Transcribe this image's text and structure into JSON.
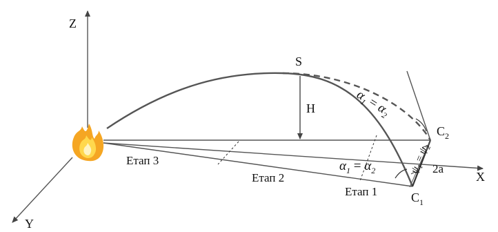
{
  "axes": {
    "z": "Z",
    "x": "X",
    "y": "Y"
  },
  "points": {
    "apex": "S",
    "height": "H",
    "c1": {
      "main": "C",
      "sub": "1"
    },
    "c2": {
      "main": "C",
      "sub": "2"
    },
    "width": "2a"
  },
  "stages": {
    "stage1": "Етап 1",
    "stage2": "Етап 2",
    "stage3": "Етап 3"
  },
  "angles": {
    "upper": {
      "a": "α",
      "s1": "1",
      "eq": " = ",
      "b": "α",
      "s2": "2"
    },
    "lower": {
      "a": "α",
      "s1": "1",
      "eq": " = ",
      "b": "α",
      "s2": "2"
    },
    "psi": {
      "a": "ψ",
      "s1": "1",
      "eq": " = ",
      "b": "ψ",
      "s2": "2"
    }
  },
  "icons": {
    "source": "flame-icon"
  },
  "colors": {
    "line": "#555555",
    "flame_outer": "#f5a623",
    "flame_inner": "#ffd84d",
    "flame_core": "#fff4c2"
  }
}
